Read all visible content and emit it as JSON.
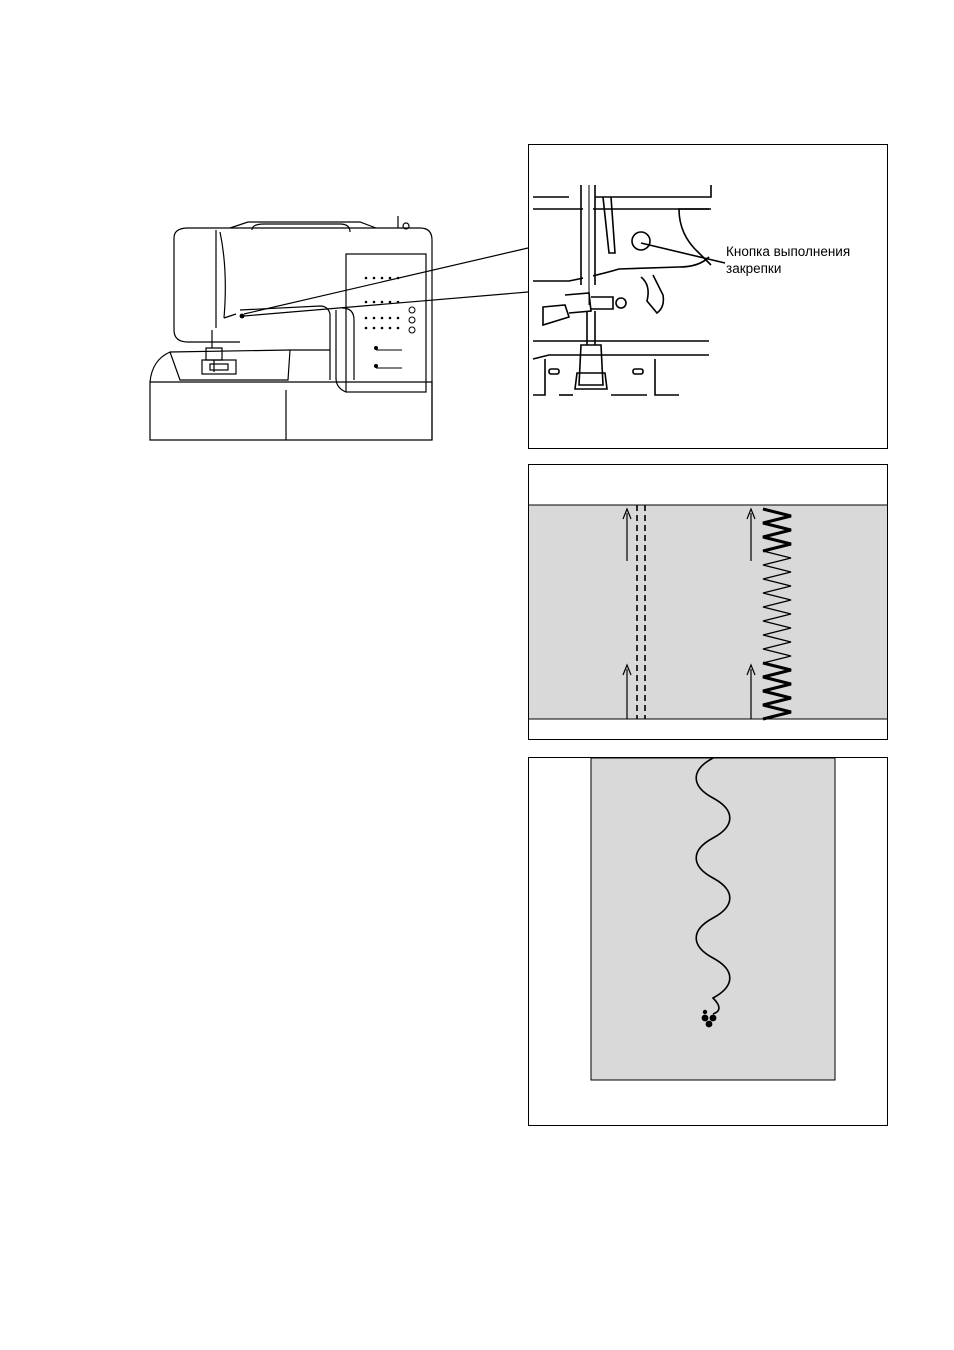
{
  "callout": {
    "line1": "Кнопка выполнения",
    "line2": "закрепки"
  },
  "colors": {
    "ink": "#000000",
    "fabric": "#d9d9d9",
    "paper": "#ffffff"
  },
  "icons": {
    "machine": "sewing-machine-illustration",
    "closeup": "needle-area-closeup",
    "reverse": "reverse-stitch-arrows",
    "bartack": "bartack-knot"
  }
}
